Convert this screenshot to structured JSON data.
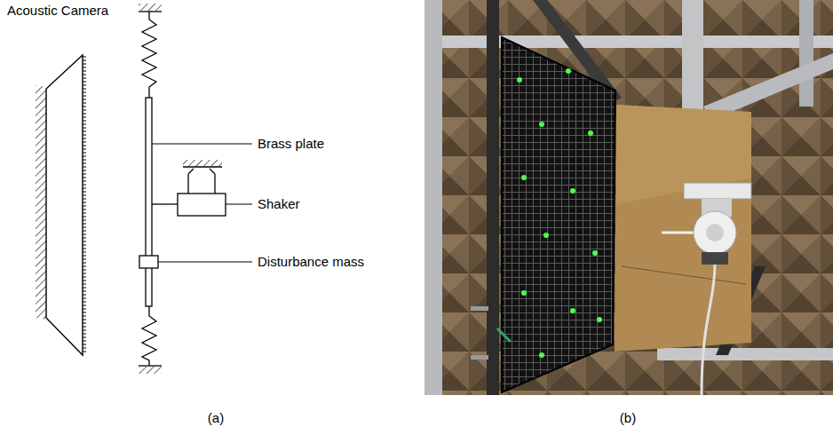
{
  "diagram": {
    "labels": [
      "Acoustic Camera",
      "Brass plate",
      "Shaker",
      "Disturbance mass",
      "(a)",
      "(b)"
    ]
  }
}
